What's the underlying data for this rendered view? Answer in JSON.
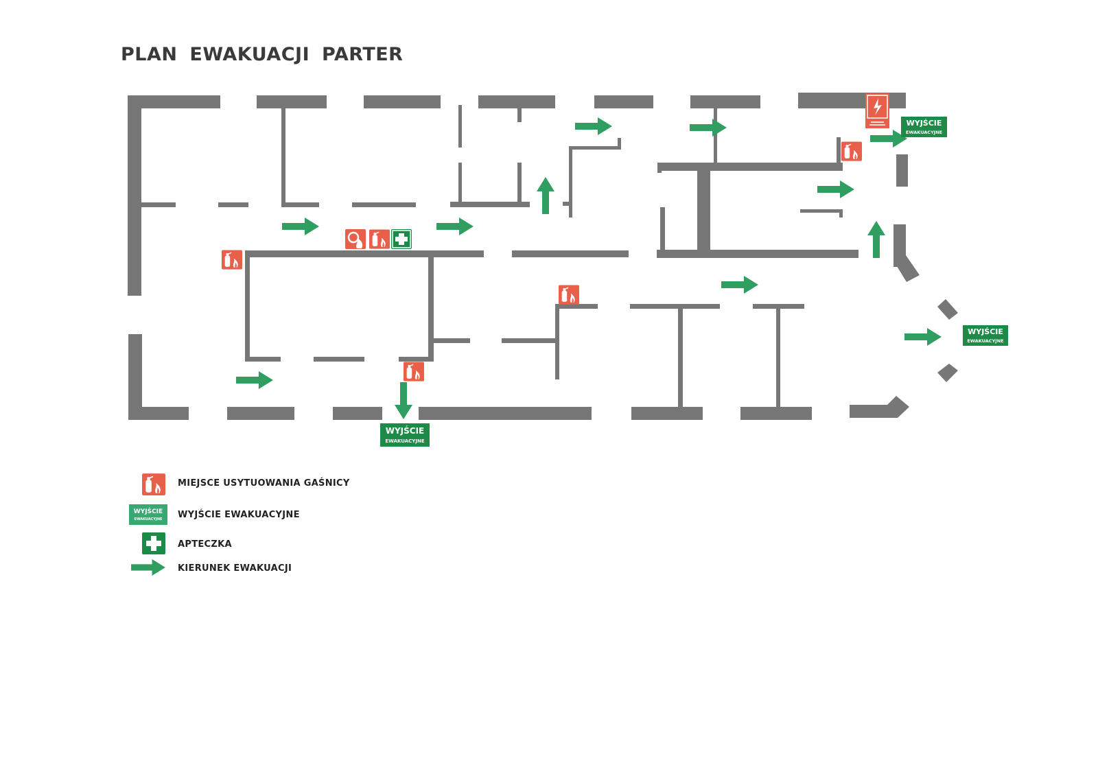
{
  "title": "PLAN  EWAKUACJI  PARTER",
  "exit_sign": {
    "line1": "WYJŚCIE",
    "line2": "EWAKUACYJNE"
  },
  "legend": [
    {
      "icon": "fire-extinguisher-icon",
      "label": "MIEJSCE USYTUOWANIA GAŚNICY"
    },
    {
      "icon": "exit-sign-icon",
      "label": "WYJŚCIE EWAKUACYJNE"
    },
    {
      "icon": "first-aid-kit-icon",
      "label": "APTECZKA"
    },
    {
      "icon": "arrow-right-icon",
      "label": "KIERUNEK EWAKUACJI"
    }
  ],
  "colors": {
    "wall": "#777777",
    "arrow": "#2f9e60",
    "exit_sign": "#1f8a48",
    "fire_sign": "#e8604a",
    "first_aid": "#1a8a46"
  }
}
